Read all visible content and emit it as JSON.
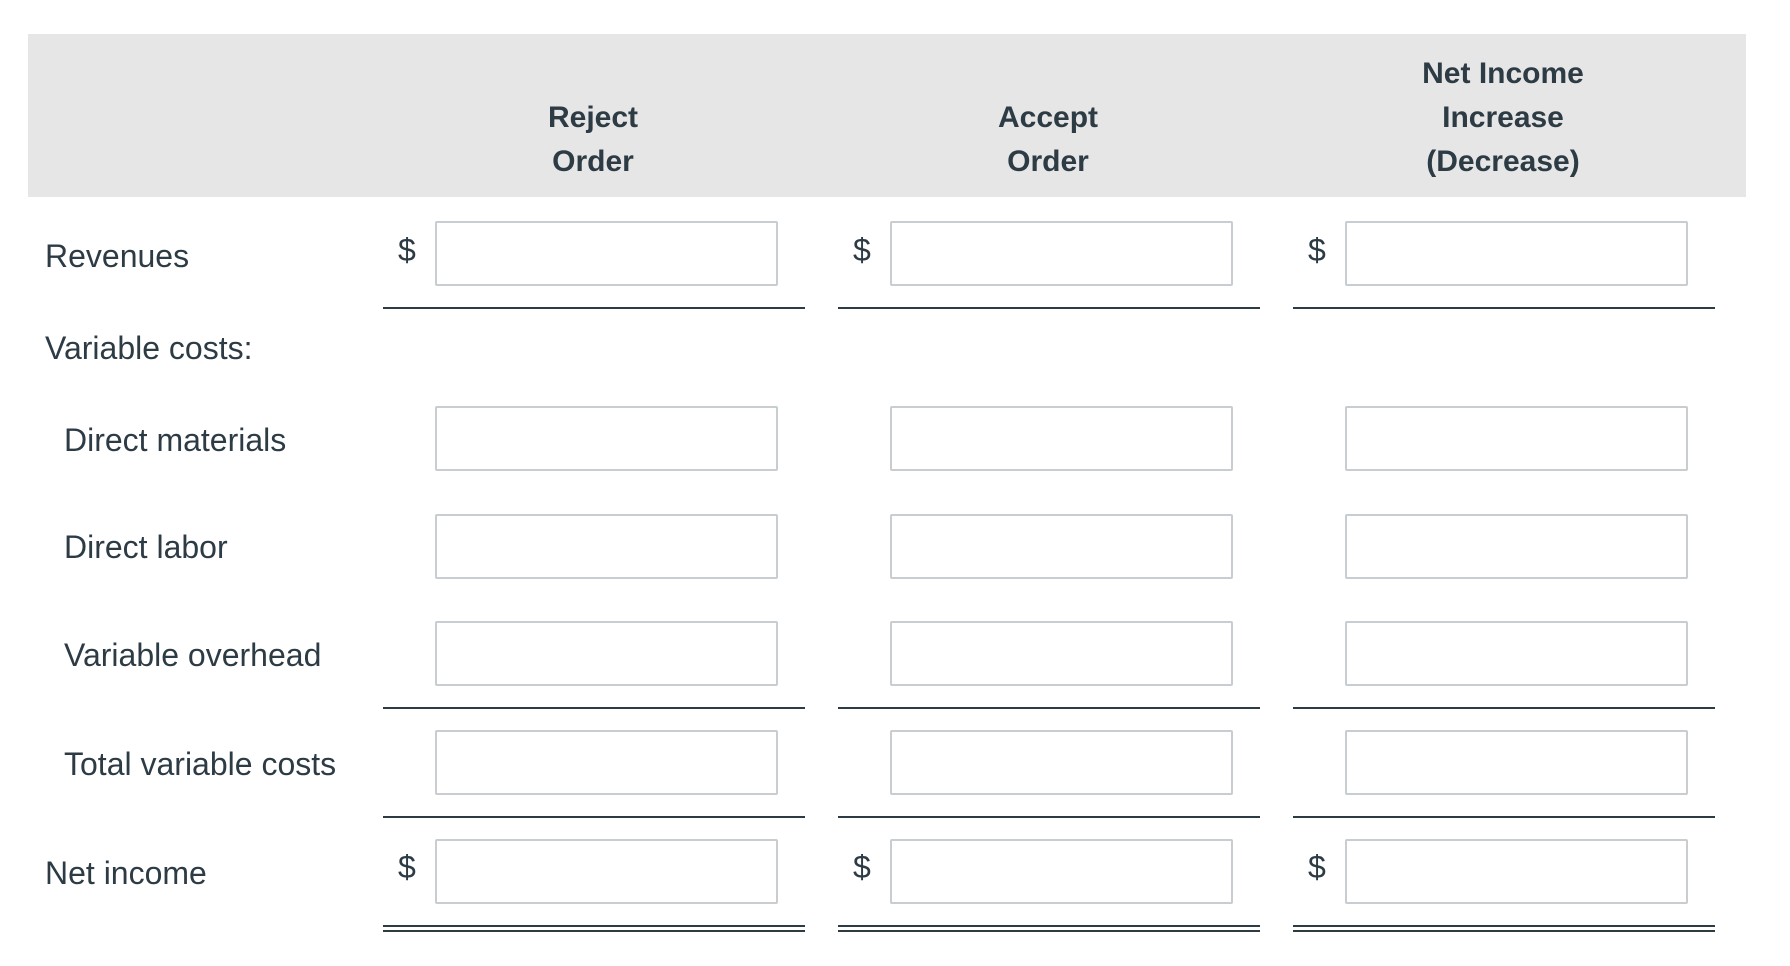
{
  "columns": [
    {
      "line1": "",
      "line2": "Reject",
      "line3": "Order"
    },
    {
      "line1": "",
      "line2": "Accept",
      "line3": "Order"
    },
    {
      "line1": "Net Income",
      "line2": "Increase",
      "line3": "(Decrease)"
    }
  ],
  "rows": {
    "revenues": "Revenues",
    "variable_costs": "Variable costs:",
    "direct_materials": "Direct materials",
    "direct_labor": "Direct labor",
    "variable_overhead": "Variable overhead",
    "total_variable_costs": "Total variable costs",
    "net_income": "Net income"
  },
  "currency_symbol": "$"
}
